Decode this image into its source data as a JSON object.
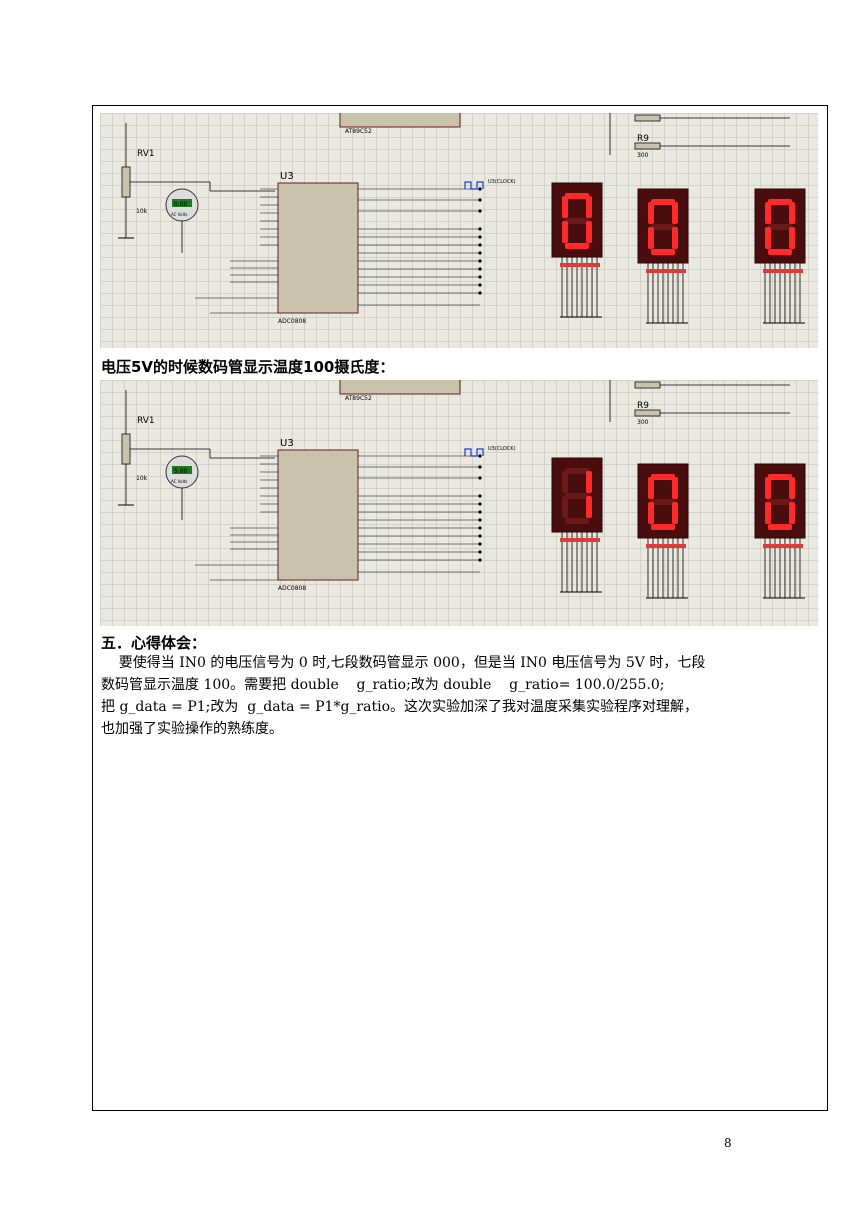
{
  "schematics": [
    {
      "id": "sch1",
      "digits": [
        "0",
        "0",
        "0"
      ],
      "rv_label": "RV1",
      "chip_label": "U3",
      "chip_name": "ADC0808",
      "mcu_name": "AT89C52",
      "clock_label": "U3(CLOCK)",
      "res_label": "10k",
      "meter_value": "0.00",
      "meter_unit": "AC Volts",
      "r_label": "R9",
      "r_value": "300"
    },
    {
      "id": "sch2",
      "digits": [
        "1",
        "0",
        "0"
      ],
      "rv_label": "RV1",
      "chip_label": "U3",
      "chip_name": "ADC0808",
      "mcu_name": "AT89C52",
      "clock_label": "U3(CLOCK)",
      "res_label": "10k",
      "meter_value": "5.00",
      "meter_unit": "AC Volts",
      "r_label": "R9",
      "r_value": "300"
    }
  ],
  "caption": "电压5V的时候数码管显示温度100摄氏度：",
  "section_heading": "五．心得体会：",
  "paragraph_lines": [
    "    要使得当 IN0 的电压信号为 0 时,七段数码管显示 000，但是当 IN0 电压信号为 5V 时，七段",
    "数码管显示温度 100。需要把 double    g_ratio;改为 double    g_ratio= 100.0/255.0;",
    "把 g_data = P1;改为  g_data = P1*g_ratio。这次实验加深了我对温度采集实验程序对理解，",
    "也加强了实验操作的熟练度。"
  ],
  "page_number": "8"
}
